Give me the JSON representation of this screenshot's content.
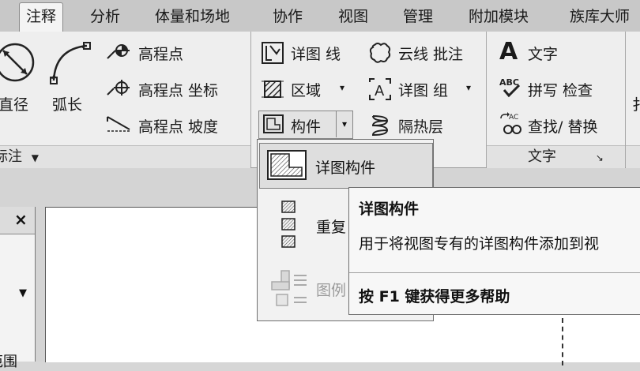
{
  "tabs": [
    "注释",
    "分析",
    "体量和场地",
    "协作",
    "视图",
    "管理",
    "附加模块",
    "族库大师"
  ],
  "dimension_panel": {
    "diameter": "直径",
    "arc_length": "弧长",
    "spot_elevation": "高程点",
    "spot_coordinate": "高程点 坐标",
    "spot_slope": "高程点 坡度",
    "footer": "标注"
  },
  "detail_panel": {
    "detail_line": "详图 线",
    "region": "区域",
    "component": "构件",
    "revision_cloud": "云线 批注",
    "detail_group": "详图 组",
    "insulation": "隔热层"
  },
  "text_panel": {
    "text": "文字",
    "spelling": "拼写 检查",
    "find_replace": "查找/ 替换",
    "footer": "文字",
    "spell_icon_text": "ABC",
    "find_icon_text": "AC"
  },
  "side_panel": {
    "partial": "扌"
  },
  "properties_panel": {
    "close": "×",
    "bottom_partial": "范围"
  },
  "dropdown": {
    "items": [
      "详图构件",
      "重复",
      "图例"
    ]
  },
  "tooltip": {
    "title": "详图构件",
    "description": "用于将视图专有的详图构件添加到视",
    "help": "按 F1 键获得更多帮助"
  }
}
